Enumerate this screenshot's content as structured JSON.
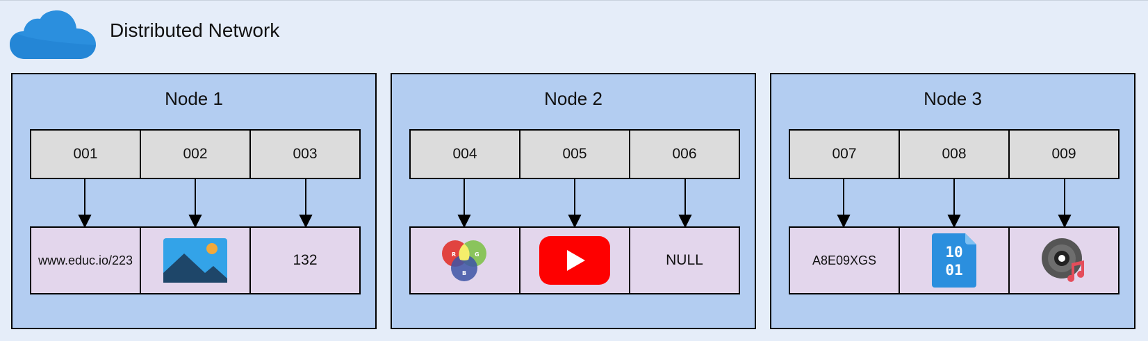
{
  "header": {
    "title": "Distributed Network",
    "icon": "cloud-icon",
    "cloud_color": "#2b8fde"
  },
  "nodes": [
    {
      "title": "Node 1",
      "keys": [
        "001",
        "002",
        "003"
      ],
      "values": [
        {
          "type": "text",
          "text": "www.educ.io/223"
        },
        {
          "type": "icon",
          "icon": "image-icon"
        },
        {
          "type": "text",
          "text": "132"
        }
      ]
    },
    {
      "title": "Node 2",
      "keys": [
        "004",
        "005",
        "006"
      ],
      "values": [
        {
          "type": "icon",
          "icon": "rgb-color-icon",
          "labels": [
            "R",
            "G",
            "B"
          ]
        },
        {
          "type": "icon",
          "icon": "youtube-icon"
        },
        {
          "type": "text",
          "text": "NULL"
        }
      ]
    },
    {
      "title": "Node 3",
      "keys": [
        "007",
        "008",
        "009"
      ],
      "values": [
        {
          "type": "text",
          "text": "A8E09XGS"
        },
        {
          "type": "icon",
          "icon": "binary-file-icon",
          "lines": [
            "10",
            "01"
          ]
        },
        {
          "type": "icon",
          "icon": "music-disc-icon"
        }
      ]
    }
  ],
  "colors": {
    "background": "#e5edf9",
    "node_fill": "#b3cdf1",
    "key_fill": "#dcdcdc",
    "value_fill": "#e3d6ec"
  }
}
